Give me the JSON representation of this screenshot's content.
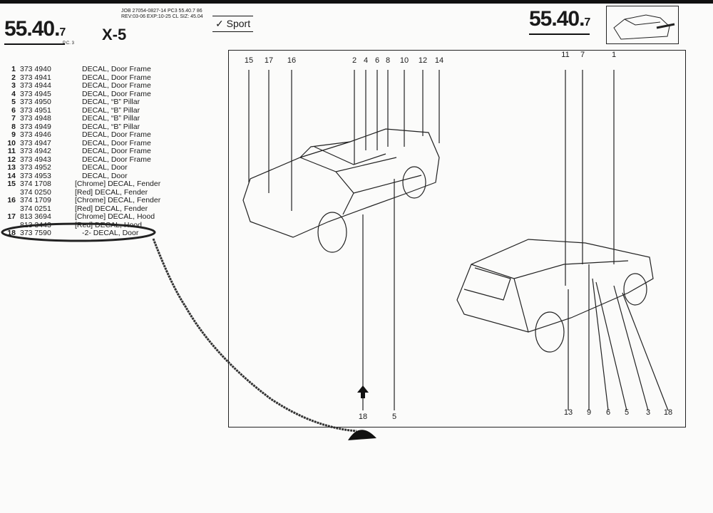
{
  "header": {
    "page_number_main": "55.40.",
    "page_number_sub": "7",
    "pc_label": "P.C. 3",
    "model": "X-5",
    "job_line1": "JOB 27054-0827-14 PC3 55.40.7 86",
    "job_line2": "REV:03-06 EXP:10-25 CL SIZ:  45.04",
    "sport_label": "Sport",
    "right_page_number_main": "55.40.",
    "right_page_number_sub": "7"
  },
  "parts": [
    {
      "num": "1",
      "part": "373 4940",
      "desc": "DECAL, Door Frame"
    },
    {
      "num": "2",
      "part": "373 4941",
      "desc": "DECAL, Door Frame"
    },
    {
      "num": "3",
      "part": "373 4944",
      "desc": "DECAL, Door Frame"
    },
    {
      "num": "4",
      "part": "373 4945",
      "desc": "DECAL, Door Frame"
    },
    {
      "num": "5",
      "part": "373 4950",
      "desc": "DECAL, “B” Pillar"
    },
    {
      "num": "6",
      "part": "373 4951",
      "desc": "DECAL, “B” Pillar"
    },
    {
      "num": "7",
      "part": "373 4948",
      "desc": "DECAL, “B” Pillar"
    },
    {
      "num": "8",
      "part": "373 4949",
      "desc": "DECAL, “B” Pillar"
    },
    {
      "num": "9",
      "part": "373 4946",
      "desc": "DECAL, Door Frame"
    },
    {
      "num": "10",
      "part": "373 4947",
      "desc": "DECAL, Door Frame"
    },
    {
      "num": "11",
      "part": "373 4942",
      "desc": "DECAL, Door Frame"
    },
    {
      "num": "12",
      "part": "373 4943",
      "desc": "DECAL, Door Frame"
    },
    {
      "num": "13",
      "part": "373 4952",
      "desc": "DECAL, Door"
    },
    {
      "num": "14",
      "part": "373 4953",
      "desc": "DECAL, Door"
    },
    {
      "num": "15",
      "part": "374 1708",
      "desc": "[Chrome]  DECAL, Fender"
    },
    {
      "num": "",
      "part": "374 0250",
      "desc": "[Red]  DECAL, Fender"
    },
    {
      "num": "16",
      "part": "374 1709",
      "desc": "[Chrome]  DECAL, Fender"
    },
    {
      "num": "",
      "part": "374 0251",
      "desc": "[Red]  DECAL, Fender"
    },
    {
      "num": "17",
      "part": "813 3694",
      "desc": "[Chrome]  DECAL, Hood"
    },
    {
      "num": "",
      "part": "813 3443",
      "desc": "[Red]  DECAL, Hood"
    },
    {
      "num": "18",
      "part": "373 7590",
      "desc": "-2- DECAL, Door"
    }
  ],
  "callouts_top_left": [
    "15",
    "17",
    "16",
    "2",
    "4",
    "6",
    "8",
    "10",
    "12",
    "14"
  ],
  "callouts_top_right": [
    "11",
    "7",
    "1"
  ],
  "callouts_bottom_left": [
    "18",
    "5"
  ],
  "callouts_bottom_right": [
    "13",
    "9",
    "6",
    "5",
    "3",
    "18"
  ]
}
